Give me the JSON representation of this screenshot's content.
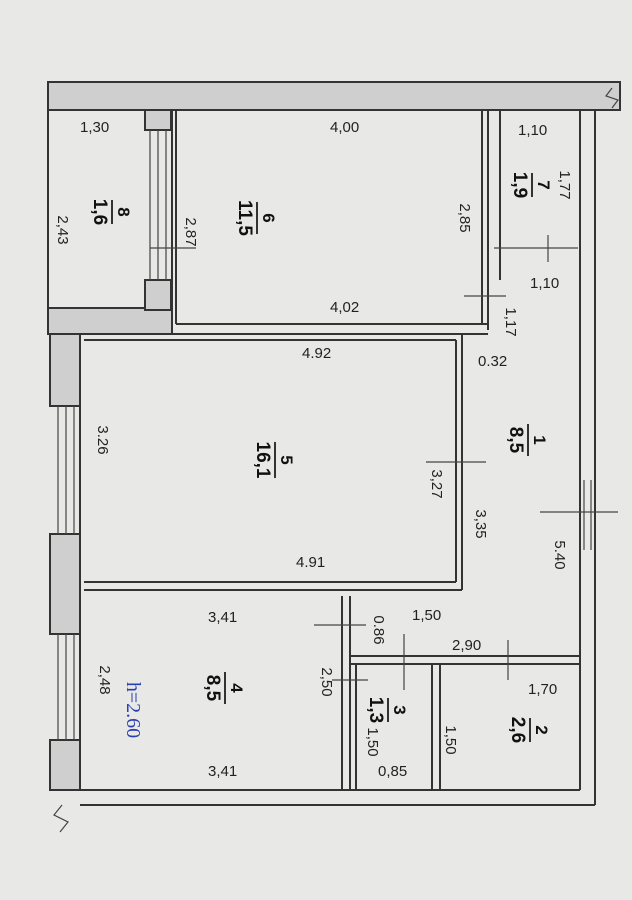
{
  "ceiling_height": "h=2.60",
  "rooms": [
    {
      "id": "1",
      "area": "8,5"
    },
    {
      "id": "2",
      "area": "2,6"
    },
    {
      "id": "3",
      "area": "1,3"
    },
    {
      "id": "4",
      "area": "8,5"
    },
    {
      "id": "5",
      "area": "16,1"
    },
    {
      "id": "6",
      "area": "11,5"
    },
    {
      "id": "7",
      "area": "1,9"
    },
    {
      "id": "8",
      "area": "1,6"
    }
  ],
  "dimensions": {
    "d_1_30": "1,30",
    "d_4_00": "4,00",
    "d_1_10_top": "1,10",
    "d_1_77": "1,77",
    "d_2_43": "2,43",
    "d_2_87": "2,87",
    "d_2_85": "2,85",
    "d_1_10_mid": "1,10",
    "d_4_02": "4,02",
    "d_1_17": "1,17",
    "d_4_92": "4.92",
    "d_0_32": "0.32",
    "d_3_26": "3.26",
    "d_3_27": "3,27",
    "d_3_35": "3,35",
    "d_5_40": "5.40",
    "d_4_91": "4.91",
    "d_3_41_top": "3,41",
    "d_0_86": "0.86",
    "d_1_50_a": "1,50",
    "d_2_90": "2,90",
    "d_2_48": "2,48",
    "d_2_50": "2,50",
    "d_1_70": "1,70",
    "d_1_50_b": "1,50",
    "d_1_50_c": "1,50",
    "d_0_85": "0,85",
    "d_3_41_bottom": "3,41"
  }
}
